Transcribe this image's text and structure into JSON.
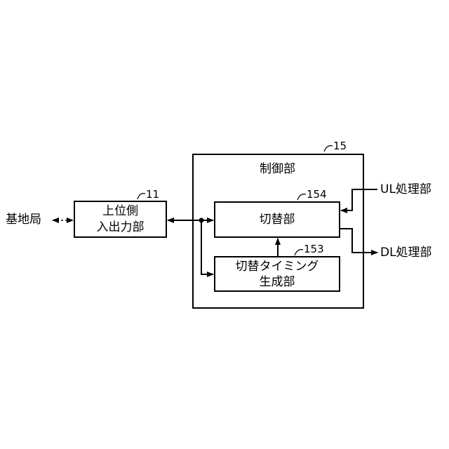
{
  "external": {
    "base_station": "基地局",
    "ul_processing": "UL処理部",
    "dl_processing": "DL処理部"
  },
  "upper_io": {
    "label_line1": "上位側",
    "label_line2": "入出力部",
    "ref": "11"
  },
  "control": {
    "label": "制御部",
    "ref": "15"
  },
  "switch_unit": {
    "label": "切替部",
    "ref": "154"
  },
  "timing_unit": {
    "label_line1": "切替タイミング",
    "label_line2": "生成部",
    "ref": "153"
  },
  "colors": {
    "line": "#000000",
    "background": "#ffffff"
  }
}
